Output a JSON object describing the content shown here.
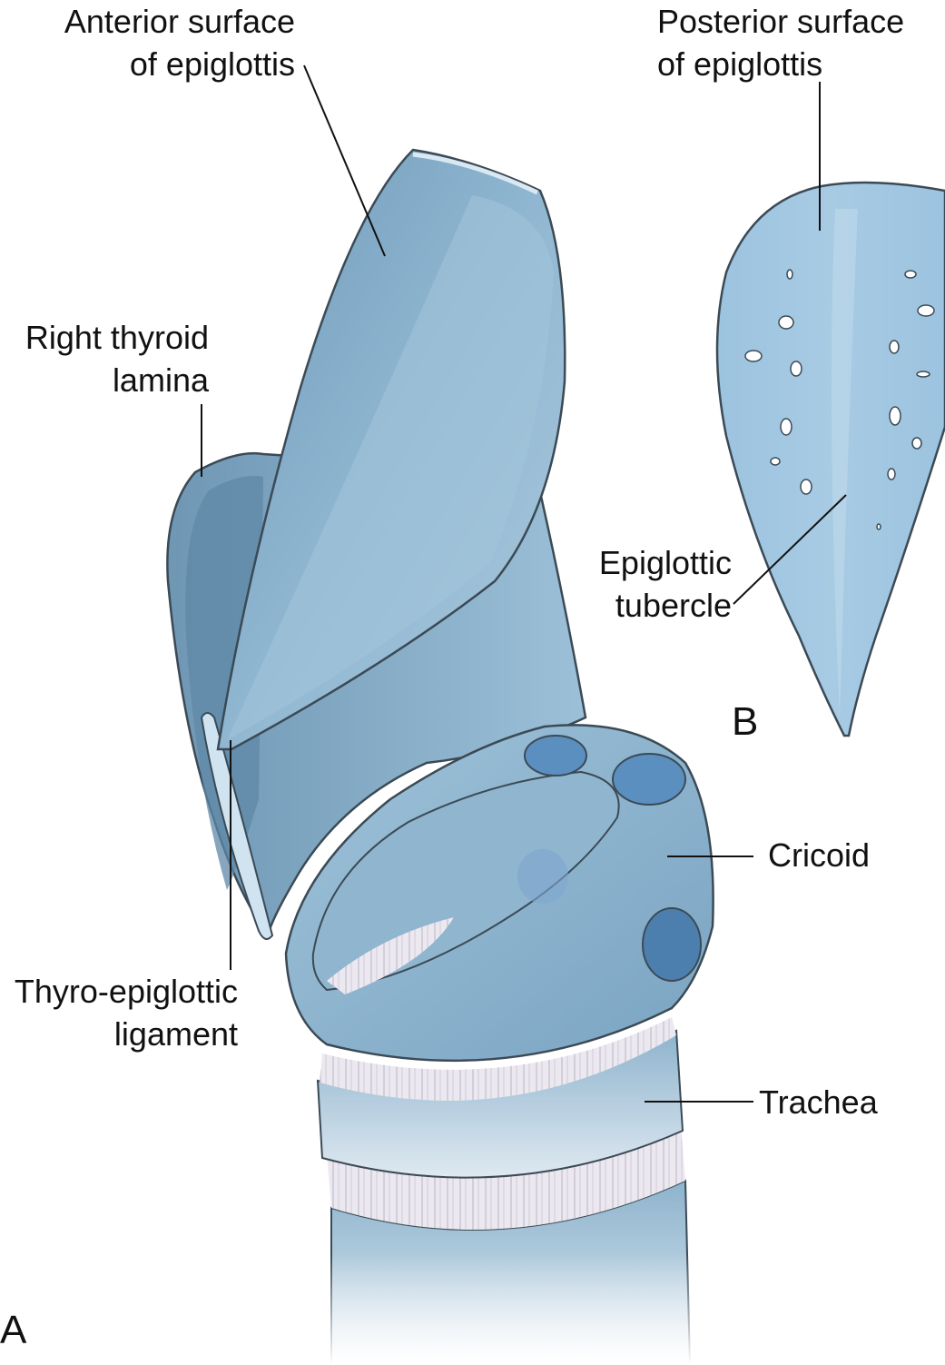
{
  "labels": {
    "anterior_surface": {
      "line1": "Anterior surface",
      "line2": "of epiglottis"
    },
    "posterior_surface": {
      "line1": "Posterior surface",
      "line2": "of epiglottis"
    },
    "right_thyroid_lamina": {
      "line1": "Right thyroid",
      "line2": "lamina"
    },
    "epiglottic_tubercle": {
      "line1": "Epiglottic",
      "line2": "tubercle"
    },
    "cricoid": "Cricoid",
    "thyro_epiglottic_ligament": {
      "line1": "Thyro-epiglottic",
      "line2": "ligament"
    },
    "trachea": "Trachea"
  },
  "panels": {
    "a": "A",
    "b": "B"
  },
  "colors": {
    "cartilage": "#8fb6d0",
    "cartilage_dark": "#6d97b6",
    "cartilage_light": "#b7d2e4",
    "outline": "#3b4a55",
    "fibers": "#e9e6ee",
    "leader": "#111111"
  }
}
